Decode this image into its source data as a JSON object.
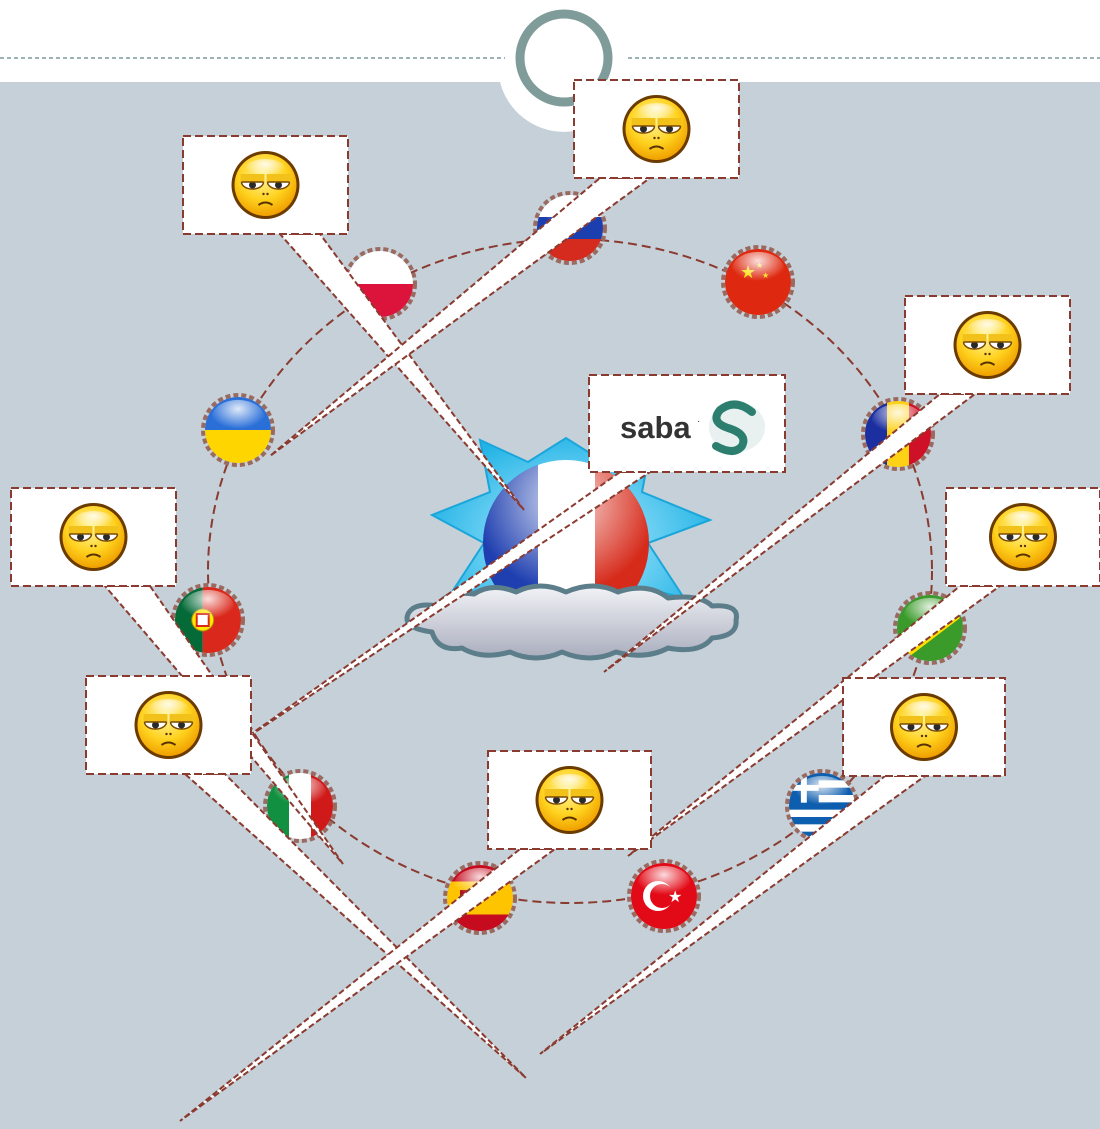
{
  "slide": {
    "background_color": "#c5d0d8",
    "header_line_color": "#7a9aa0",
    "ring_color": "#7f9c9a"
  },
  "center_hub": {
    "flag": "france",
    "star_color": "#3cc4ee",
    "cloud_color": "#cfd3dc"
  },
  "logo": {
    "text": "saba",
    "mark": "saba-s-logo"
  },
  "flags": [
    {
      "country": "poland"
    },
    {
      "country": "russia"
    },
    {
      "country": "china"
    },
    {
      "country": "romania"
    },
    {
      "country": "brazil"
    },
    {
      "country": "greece"
    },
    {
      "country": "turkey"
    },
    {
      "country": "spain"
    },
    {
      "country": "italy"
    },
    {
      "country": "portugal"
    },
    {
      "country": "ukraine"
    }
  ],
  "callouts": [
    {
      "icon": "unimpressed-face-icon"
    },
    {
      "icon": "unimpressed-face-icon"
    },
    {
      "icon": "unimpressed-face-icon"
    },
    {
      "icon": "unimpressed-face-icon"
    },
    {
      "icon": "unimpressed-face-icon"
    },
    {
      "icon": "unimpressed-face-icon"
    },
    {
      "icon": "unimpressed-face-icon"
    },
    {
      "icon": "unimpressed-face-icon"
    }
  ],
  "connector_color": "#8b3a2f"
}
